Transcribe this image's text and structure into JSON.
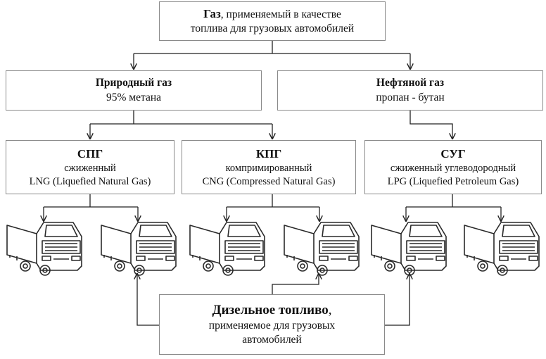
{
  "colors": {
    "line": "#222222",
    "border": "#8a8a8a",
    "truck_stroke": "#2a2a2a"
  },
  "top": {
    "bold": "Газ",
    "rest": ", применяемый в качестве",
    "line2": "топлива для грузовых автомобилей"
  },
  "natural": {
    "title": "Природный газ",
    "subtitle": "95%  метана"
  },
  "petroleum": {
    "title": "Нефтяной газ",
    "subtitle": "пропан - бутан"
  },
  "lng": {
    "title": "СПГ",
    "line2": "сжиженный",
    "line3": "LNG (Liquefied Natural Gas)"
  },
  "cng": {
    "title": "КПГ",
    "line2": "компримированный",
    "line3": "CNG (Compressed Natural Gas)"
  },
  "lpg": {
    "title": "СУГ",
    "line2": "сжиженный углеводородный",
    "line3": "LPG (Liquefied Petroleum Gas)"
  },
  "diesel": {
    "bold": "Дизельное топливо",
    "rest": ",",
    "line2": "применяемое для грузовых",
    "line3": "автомобилей"
  },
  "trucks": [
    "truck-icon",
    "truck-icon",
    "truck-icon",
    "truck-icon",
    "truck-icon",
    "truck-icon"
  ]
}
